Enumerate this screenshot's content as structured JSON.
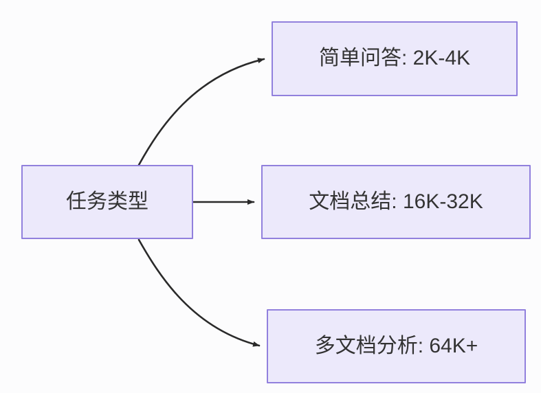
{
  "diagram": {
    "type": "flowchart",
    "direction": "left-to-right",
    "background_color": "#fcfcfd",
    "node_fill_color": "#ece9fb",
    "node_border_color": "#9180dd",
    "node_text_color": "#333333",
    "edge_color": "#2a2a2a",
    "source": {
      "id": "task-type",
      "label": "任务类型"
    },
    "targets": [
      {
        "id": "simple-qa",
        "label": "简单问答: 2K-4K",
        "task": "简单问答",
        "context_length": "2K-4K"
      },
      {
        "id": "doc-summary",
        "label": "文档总结: 16K-32K",
        "task": "文档总结",
        "context_length": "16K-32K"
      },
      {
        "id": "multi-doc",
        "label": "多文档分析: 64K+",
        "task": "多文档分析",
        "context_length": "64K+"
      }
    ],
    "edges": [
      {
        "id": "edge-task-type-to-simple-qa",
        "from": "task-type",
        "to": "simple-qa",
        "style": "curved-arrow"
      },
      {
        "id": "edge-task-type-to-doc-summary",
        "from": "task-type",
        "to": "doc-summary",
        "style": "straight-arrow"
      },
      {
        "id": "edge-task-type-to-multi-doc",
        "from": "task-type",
        "to": "multi-doc",
        "style": "curved-arrow"
      }
    ]
  }
}
